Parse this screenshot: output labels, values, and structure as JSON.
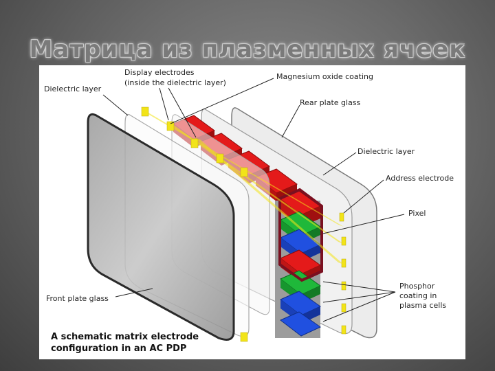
{
  "slide": {
    "title": "Матрица из плазменных ячеек"
  },
  "diagram": {
    "labels": {
      "dielectric_left": "Dielectric layer",
      "display_electrodes_1": "Display electrodes",
      "display_electrodes_2": "(inside the dielectric layer)",
      "magnesium": "Magnesium oxide coating",
      "rear_glass": "Rear plate glass",
      "dielectric_right": "Dielectric layer",
      "address_electrode": "Address electrode",
      "pixel": "Pixel",
      "phosphor_1": "Phosphor",
      "phosphor_2": "coating in",
      "phosphor_3": "plasma cells",
      "front_glass": "Front plate glass"
    },
    "caption": {
      "line1": "A schematic matrix electrode",
      "line2": "configuration in an AC PDP"
    },
    "colors": {
      "red": "#e41a1a",
      "green": "#1fb83a",
      "blue": "#2050e0",
      "electrode": "#f2e418",
      "pixel_frame": "#7a1020"
    }
  }
}
